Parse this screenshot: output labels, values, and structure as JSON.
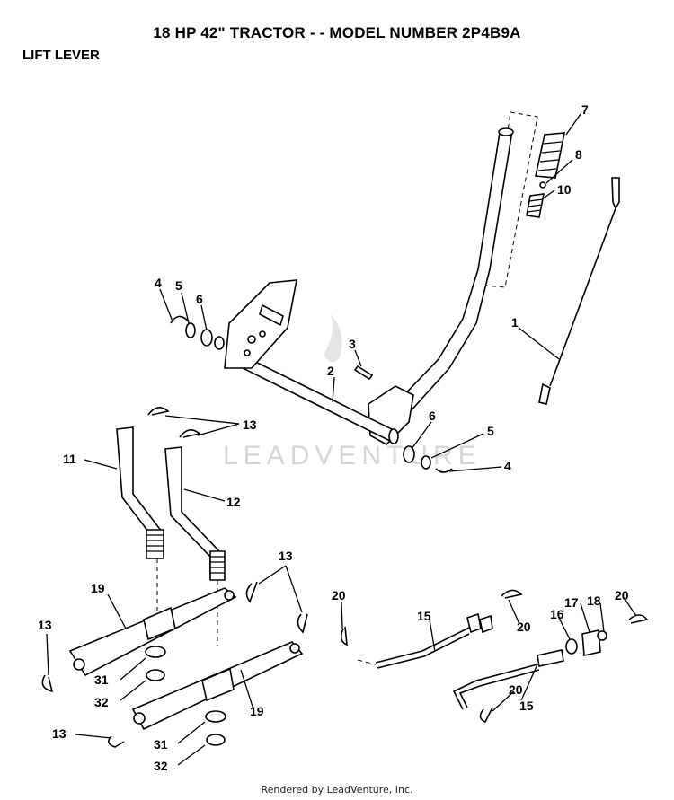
{
  "header": {
    "title": "18 HP 42\" TRACTOR - - MODEL NUMBER 2P4B9A",
    "section": "LIFT LEVER"
  },
  "watermark": "LEADVENTURE",
  "footer": "Rendered by LeadVenture, Inc.",
  "callouts": {
    "c7": "7",
    "c8": "8",
    "c10": "10",
    "c1": "1",
    "c4a": "4",
    "c5a": "5",
    "c6a": "6",
    "c3": "3",
    "c2": "2",
    "c6b": "6",
    "c5b": "5",
    "c4b": "4",
    "c13a": "13",
    "c11": "11",
    "c12": "12",
    "c13b": "13",
    "c19a": "19",
    "c13c": "13",
    "c31a": "31",
    "c32a": "32",
    "c19b": "19",
    "c13d": "13",
    "c31b": "31",
    "c32b": "32",
    "c20a": "20",
    "c15a": "15",
    "c20b": "20",
    "c16": "16",
    "c17": "17",
    "c18": "18",
    "c20c": "20",
    "c20d": "20",
    "c15b": "15"
  }
}
